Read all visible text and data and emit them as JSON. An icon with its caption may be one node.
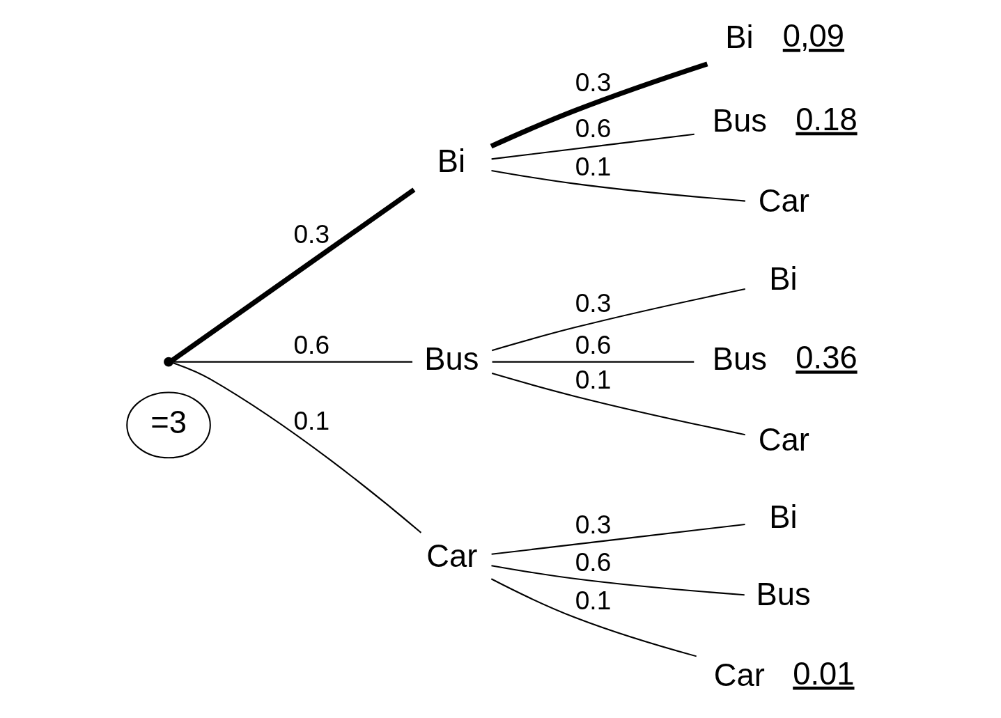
{
  "diagram": {
    "nodes": [
      {
        "text": [
          "=3"
        ]
      },
      {
        "text": [],
        "shape": "point"
      },
      {
        "text": [
          "Bi"
        ]
      },
      {
        "text": [
          "Bus"
        ]
      },
      {
        "text": [
          "Car"
        ]
      },
      {
        "text": [
          "Bi"
        ],
        "beside": [
          "0,09"
        ]
      },
      {
        "text": [
          "Bus"
        ],
        "beside": [
          "0.18"
        ]
      },
      {
        "text": [
          "Car"
        ]
      },
      {
        "text": [
          "Bi"
        ]
      },
      {
        "text": [
          "Bus"
        ],
        "beside": [
          "0.36"
        ]
      },
      {
        "text": [
          "Car"
        ]
      },
      {
        "text": [
          "Bi"
        ]
      },
      {
        "text": [
          "Bus"
        ]
      },
      {
        "text": [
          "Car"
        ],
        "beside": [
          "0.01"
        ]
      }
    ],
    "edges": [
      {
        "from": 1,
        "to": 2,
        "arrow": "none",
        "label": "0.3",
        "style": "thick"
      },
      {
        "from": 1,
        "to": 3,
        "arrow": "none",
        "label": "0.6"
      },
      {
        "from": 1,
        "to": 4,
        "arrow": "none",
        "label": "0.1"
      },
      {
        "from": 2,
        "to": 5,
        "arrow": "none",
        "label": "0.3",
        "style": "thick"
      },
      {
        "from": 2,
        "to": 6,
        "arrow": "none",
        "label": "0.6"
      },
      {
        "from": 2,
        "to": 7,
        "arrow": "none",
        "label": "0.1"
      },
      {
        "from": 3,
        "to": 8,
        "arrow": "none",
        "label": "0.3"
      },
      {
        "from": 3,
        "to": 9,
        "arrow": "none",
        "label": "0.6"
      },
      {
        "from": 3,
        "to": 10,
        "arrow": "none",
        "label": "0.1"
      },
      {
        "from": 4,
        "to": 11,
        "arrow": "none",
        "label": "0.3"
      },
      {
        "from": 4,
        "to": 12,
        "arrow": "none",
        "label": "0.6"
      },
      {
        "from": 4,
        "to": 13,
        "arrow": "none",
        "label": "0.1"
      }
    ]
  }
}
